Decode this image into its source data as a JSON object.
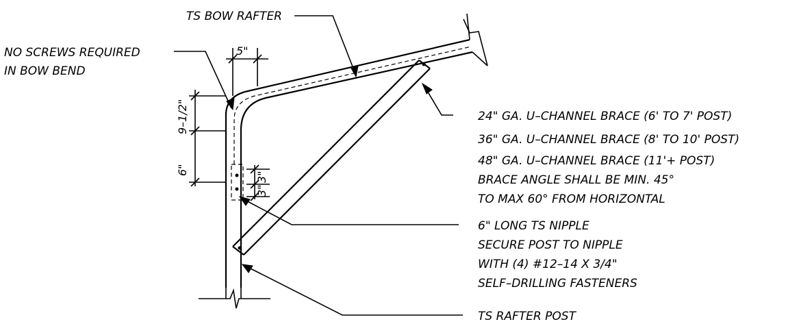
{
  "labels": {
    "bow_rafter": "TS BOW RAFTER",
    "no_screws_line1": "NO SCREWS REQUIRED",
    "no_screws_line2": "IN BOW BEND",
    "brace_notes": [
      "24\" GA. U–CHANNEL BRACE (6' TO 7' POST)",
      "36\" GA. U–CHANNEL BRACE (8' TO 10' POST)",
      "48\" GA. U–CHANNEL BRACE (11'+ POST)",
      "BRACE ANGLE SHALL BE MIN. 45°",
      "TO MAX 60° FROM HORIZONTAL"
    ],
    "nipple_notes": [
      "6\" LONG TS NIPPLE",
      "SECURE POST TO NIPPLE",
      "WITH (4) #12–14 X 3/4\"",
      "SELF–DRILLING FASTENERS"
    ],
    "rafter_post": "TS RAFTER POST"
  },
  "dimensions": {
    "top_width": "5\"",
    "bend_height": "9–1/2\"",
    "nipple_height": "6\"",
    "screw_spacing_a": "3\"",
    "screw_spacing_b": "3\""
  }
}
